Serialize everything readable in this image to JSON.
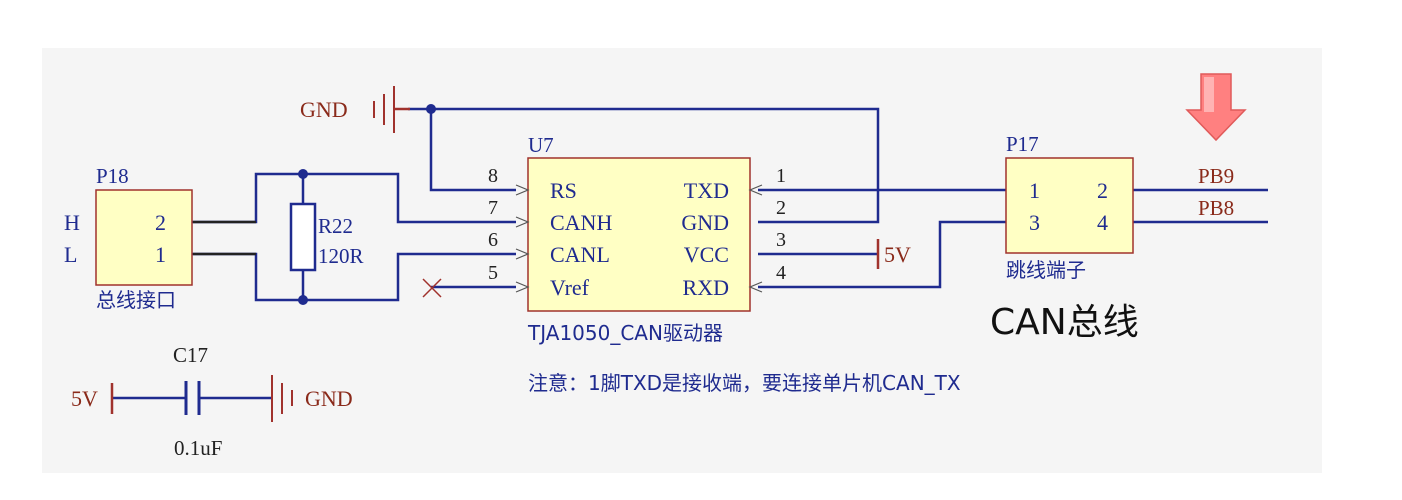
{
  "colors": {
    "background": "#ffffff",
    "sheet": "#f5f5f5",
    "wire": "#1f2b8f",
    "component": "#a0322d",
    "label": "#8a2a1a",
    "pin_text": "#1f2b8f",
    "chip_fill": "#ffffc4",
    "chip_border": "#a0322d",
    "arrow": "#ff7b7b"
  },
  "u7": {
    "designator": "U7",
    "name": "TJA1050_CAN驱动器",
    "left_pins": [
      {
        "num": "8",
        "name": "RS"
      },
      {
        "num": "7",
        "name": "CANH"
      },
      {
        "num": "6",
        "name": "CANL"
      },
      {
        "num": "5",
        "name": "Vref"
      }
    ],
    "right_pins": [
      {
        "num": "1",
        "name": "TXD"
      },
      {
        "num": "2",
        "name": "GND"
      },
      {
        "num": "3",
        "name": "VCC"
      },
      {
        "num": "4",
        "name": "RXD"
      }
    ]
  },
  "p18": {
    "designator": "P18",
    "name": "总线接口",
    "pins": [
      "2",
      "1"
    ],
    "net_labels": [
      "H",
      "L"
    ]
  },
  "r22": {
    "designator": "R22",
    "value": "120R"
  },
  "p17": {
    "designator": "P17",
    "name": "跳线端子",
    "pins": [
      "1",
      "2",
      "3",
      "4"
    ],
    "net_labels": [
      "PB9",
      "PB8"
    ]
  },
  "c17": {
    "designator": "C17",
    "value": "0.1uF"
  },
  "power": {
    "gnd_top": "GND",
    "gnd_cap": "GND",
    "vcc_u7": "5V",
    "vcc_cap": "5V"
  },
  "notes": {
    "can_bus": "CAN总线",
    "note": "注意：1脚TXD是接收端，要连接单片机CAN_TX"
  }
}
